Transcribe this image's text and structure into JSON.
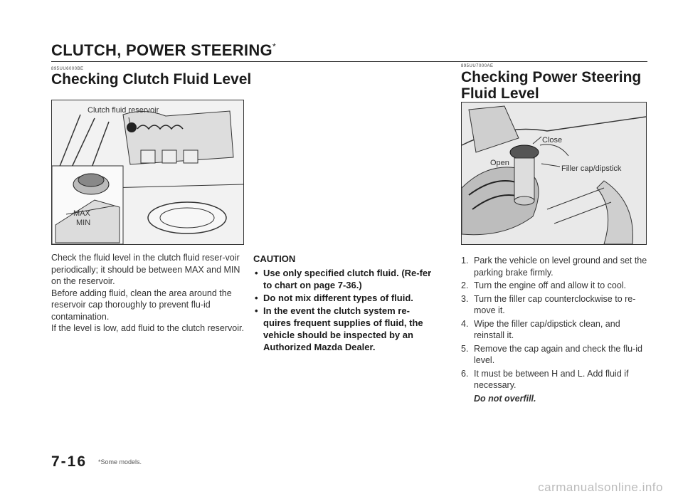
{
  "header": {
    "title": "CLUTCH, POWER STEERING",
    "title_mark": "*"
  },
  "left": {
    "code": "895UU6000BE",
    "title": "Checking Clutch Fluid Level",
    "figure_label": "Clutch fluid reservoir",
    "reservoir_max": "MAX",
    "reservoir_min": "MIN",
    "paragraphs": [
      "Check the fluid level in the clutch fluid reser-voir periodically; it should be between MAX and MIN on the reservoir.",
      "Before adding fluid, clean the area around the reservoir cap thoroughly to prevent flu-id contamination.",
      "If the level is low, add fluid to the clutch reservoir."
    ]
  },
  "caution": {
    "title": "CAUTION",
    "items": [
      "Use only specified clutch fluid. (Re-fer to chart on page 7-36.)",
      "Do not mix different types of fluid.",
      "In the event the clutch system re-quires frequent supplies of fluid, the vehicle should be inspected by an Authorized Mazda Dealer."
    ]
  },
  "right": {
    "code": "895UU7000AE",
    "title": "Checking Power Steering Fluid Level",
    "figure_labels": {
      "close": "Close",
      "open": "Open",
      "filler": "Filler cap/dipstick"
    },
    "steps": [
      {
        "num": "1.",
        "text": "Park the vehicle on level ground and set the parking brake firmly."
      },
      {
        "num": "2.",
        "text": "Turn the engine off and allow it to cool."
      },
      {
        "num": "3.",
        "text": "Turn the filler cap counterclockwise to re-move it."
      },
      {
        "num": "4.",
        "text": "Wipe the filler cap/dipstick clean, and reinstall it."
      },
      {
        "num": "5.",
        "text": "Remove the cap again and check the flu-id level."
      },
      {
        "num": "6.",
        "text": "It must be between H and L. Add fluid if necessary."
      }
    ],
    "final_note": "Do not overfill."
  },
  "footer": {
    "page_number": "7-16",
    "footnote": "*Some models.",
    "watermark": "carmanualsonline.info"
  }
}
